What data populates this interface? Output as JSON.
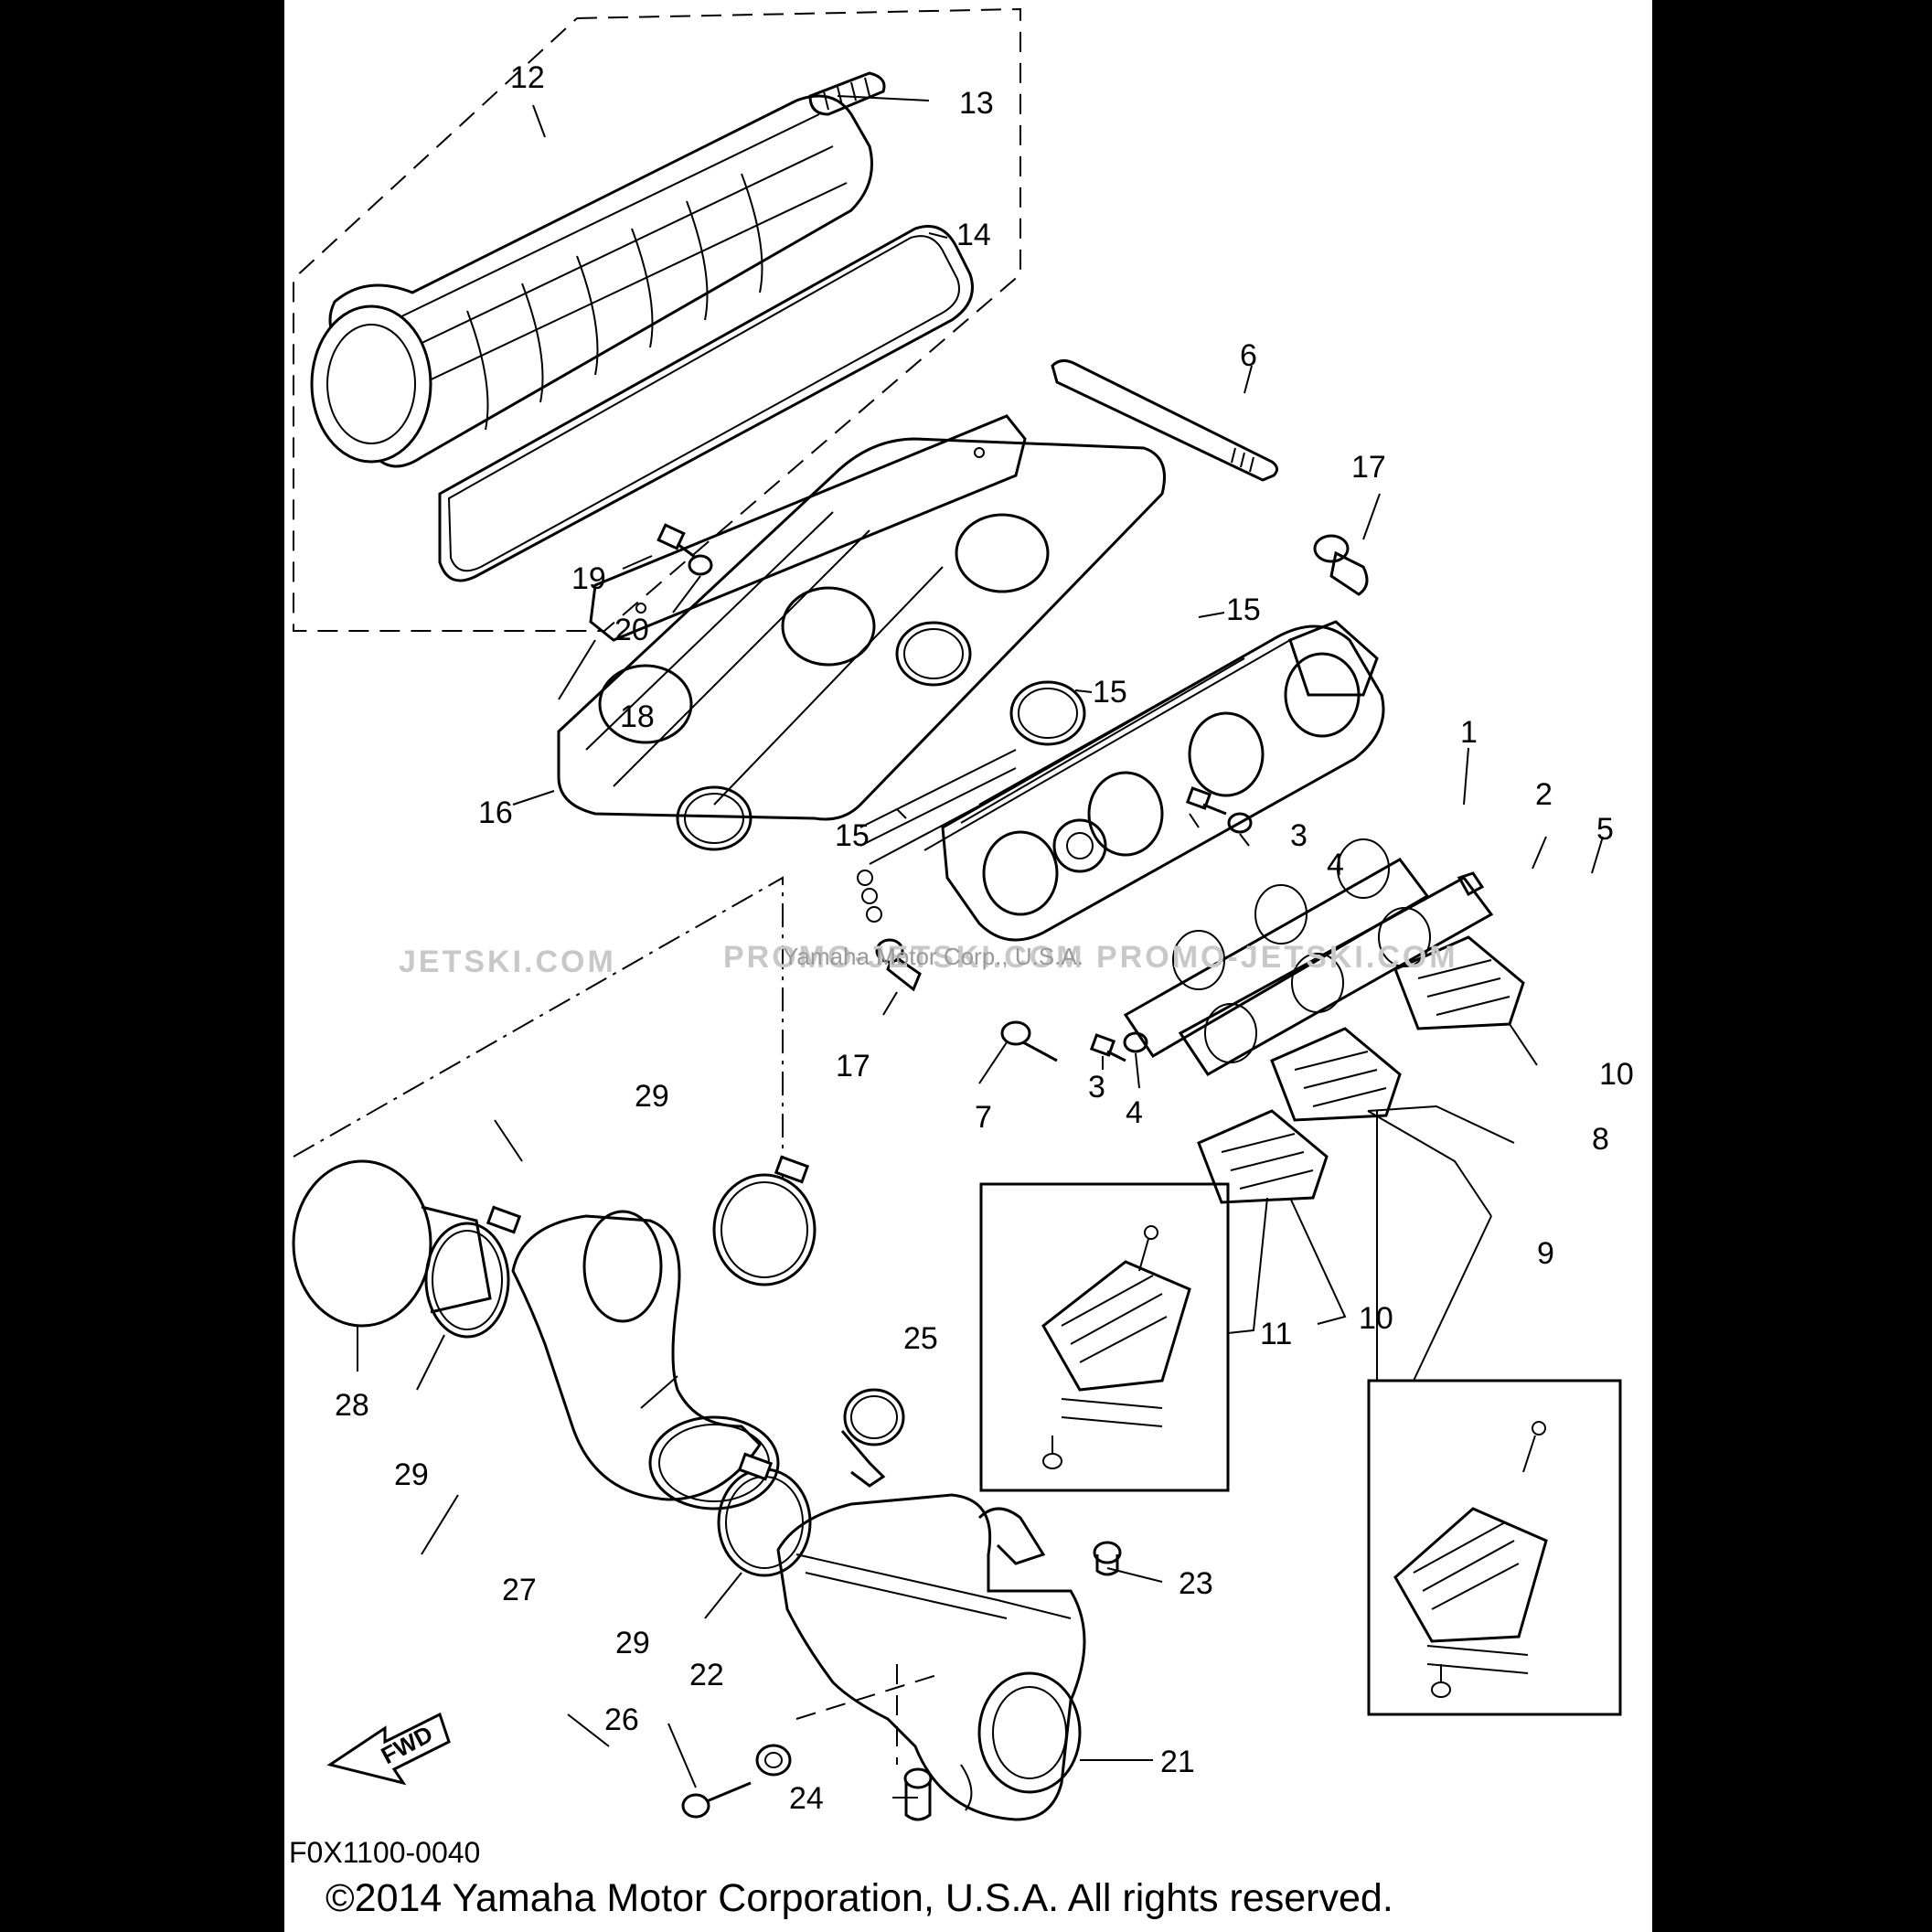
{
  "callouts": [
    {
      "id": "c12",
      "text": "12"
    },
    {
      "id": "c13",
      "text": "13"
    },
    {
      "id": "c14",
      "text": "14"
    },
    {
      "id": "c6",
      "text": "6"
    },
    {
      "id": "c17a",
      "text": "17"
    },
    {
      "id": "c19",
      "text": "19"
    },
    {
      "id": "c20",
      "text": "20"
    },
    {
      "id": "c15a",
      "text": "15"
    },
    {
      "id": "c15b",
      "text": "15"
    },
    {
      "id": "c18",
      "text": "18"
    },
    {
      "id": "c16",
      "text": "16"
    },
    {
      "id": "c15c",
      "text": "15"
    },
    {
      "id": "c1",
      "text": "1"
    },
    {
      "id": "c2",
      "text": "2"
    },
    {
      "id": "c5",
      "text": "5"
    },
    {
      "id": "c3a",
      "text": "3"
    },
    {
      "id": "c4a",
      "text": "4"
    },
    {
      "id": "c17b",
      "text": "17"
    },
    {
      "id": "c7",
      "text": "7"
    },
    {
      "id": "c3b",
      "text": "3"
    },
    {
      "id": "c4b",
      "text": "4"
    },
    {
      "id": "c10a",
      "text": "10"
    },
    {
      "id": "c8",
      "text": "8"
    },
    {
      "id": "c29a",
      "text": "29"
    },
    {
      "id": "c9",
      "text": "9"
    },
    {
      "id": "c11",
      "text": "11"
    },
    {
      "id": "c10b",
      "text": "10"
    },
    {
      "id": "c28",
      "text": "28"
    },
    {
      "id": "c29b",
      "text": "29"
    },
    {
      "id": "c25",
      "text": "25"
    },
    {
      "id": "c27",
      "text": "27"
    },
    {
      "id": "c23",
      "text": "23"
    },
    {
      "id": "c29c",
      "text": "29"
    },
    {
      "id": "c22",
      "text": "22"
    },
    {
      "id": "c26",
      "text": "26"
    },
    {
      "id": "c21",
      "text": "21"
    },
    {
      "id": "c24",
      "text": "24"
    }
  ],
  "watermark": {
    "left": "JETSKI.COM",
    "right": "PROMO-JETSKI.COM    PROMO-JETSKI.COM",
    "overlay": "Yamaha Motor Corp., U.S.A."
  },
  "fwd_label": "FWD",
  "figure_code": "F0X1100-0040",
  "copyright": "©2014 Yamaha Motor Corporation, U.S.A. All rights reserved.",
  "colors": {
    "background": "#000000",
    "sheet": "#ffffff",
    "ink": "#000000",
    "watermark": "#c8c8c8"
  }
}
